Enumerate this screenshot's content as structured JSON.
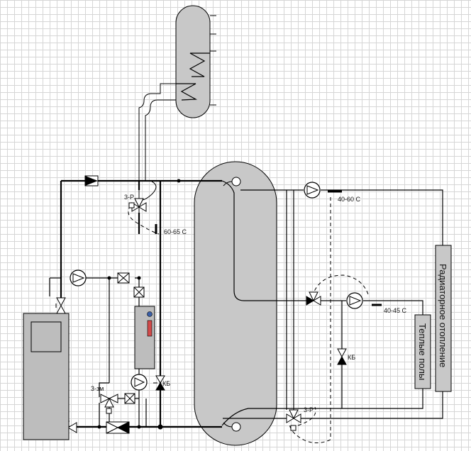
{
  "labels": {
    "valve_top": "3-Р",
    "temp_boiler": "60-65 С",
    "temp_radiator": "40-60 С",
    "temp_floor": "40-45 С",
    "valve_left": "3-зм",
    "kb_left": "КБ",
    "kb_right": "КБ",
    "valve_bottom": "3-Р",
    "radiators": "Радиаторное отопление",
    "floor_heating": "Теплые полы"
  },
  "colors": {
    "line": "#000000",
    "tank_fill": "#c8c8c8",
    "boiler_fill": "#bdbdbd",
    "accent_red": "#d24a4a",
    "accent_blue": "#3a5fa8"
  }
}
